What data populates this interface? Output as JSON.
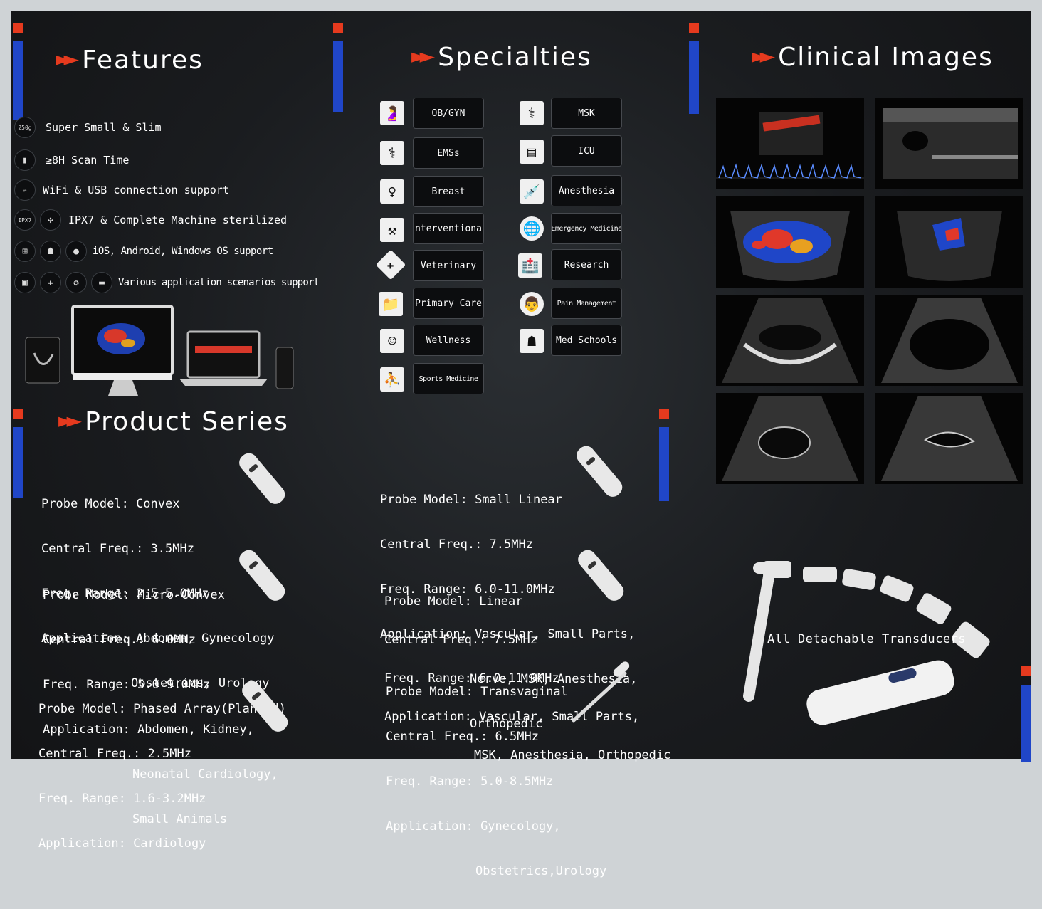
{
  "sections": {
    "features": "Features",
    "specialties": "Specialties",
    "clinical_images": "Clinical Images",
    "product_series": "Product Series"
  },
  "features": [
    {
      "icons": [
        "250g"
      ],
      "text": "Super Small & Slim"
    },
    {
      "icons": [
        "battery-icon"
      ],
      "text": "≥8H Scan Time"
    },
    {
      "icons": [
        "usb-wifi-icon"
      ],
      "text": "WiFi & USB connection support"
    },
    {
      "icons": [
        "IPX7",
        "sterilize-icon"
      ],
      "text": "IPX7 & Complete Machine sterilized"
    },
    {
      "icons": [
        "windows-icon",
        "android-icon",
        "apple-icon"
      ],
      "text": "iOS, Android, Windows OS support"
    },
    {
      "icons": [
        "bus-icon",
        "cross-icon",
        "medal-icon",
        "van-icon"
      ],
      "text": "Various application scenarios support"
    }
  ],
  "feature_badges": {
    "weight": "250g",
    "ipx": "IPX7"
  },
  "specialties_left": [
    "OB/GYN",
    "EMSs",
    "Breast",
    "Interventional",
    "Veterinary",
    "Primary Care",
    "Wellness",
    "Sports Medicine"
  ],
  "specialties_right": [
    "MSK",
    "ICU",
    "Anesthesia",
    "Emergency Medicine",
    "Research",
    "Pain Management",
    "Med Schools"
  ],
  "probes": [
    {
      "model": "Convex",
      "freq": "3.5MHz",
      "range": "2.5-5.0MHz",
      "app1": "Abdomen, Gynecology",
      "app2": "Obstetrics, Urology",
      "app3": "",
      "app4": ""
    },
    {
      "model": "Micro-Convex",
      "freq": "6.0MHz",
      "range": "5.0-9.0MHz",
      "app1": "Abdomen, Kidney,",
      "app2": "Neonatal Cardiology,",
      "app3": "Small Animals",
      "app4": ""
    },
    {
      "model": "Phased Array(Planned)",
      "freq": "2.5MHz",
      "range": "1.6-3.2MHz",
      "app1": "Cardiology",
      "app2": "",
      "app3": "",
      "app4": ""
    },
    {
      "model": "Small Linear",
      "freq": "7.5MHz",
      "range": "6.0-11.0MHz",
      "app1": "Vascular, Small Parts,",
      "app2": "Nerve, MSK, Anesthesia,",
      "app3": "Orthopedic",
      "app4": ""
    },
    {
      "model": "Linear",
      "freq": "7.5MHz",
      "range": "6.0-11.0MHz",
      "app1": "Vascular, Small Parts,",
      "app2": "MSK, Anesthesia, Orthopedic",
      "app3": "",
      "app4": ""
    },
    {
      "model": "Transvaginal",
      "freq": "6.5MHz",
      "range": "5.0-8.5MHz",
      "app1": "Gynecology,",
      "app2": "Obstetrics,Urology",
      "app3": "",
      "app4": ""
    }
  ],
  "labels": {
    "model": "Probe Model: ",
    "freq": "Central Freq.: ",
    "range": "Freq. Range: ",
    "app": "Application: "
  },
  "detachable": "All Detachable Transducers",
  "colors": {
    "accent_red": "#e53a1e",
    "accent_blue": "#2046c8",
    "background": "#1a1c1f"
  }
}
